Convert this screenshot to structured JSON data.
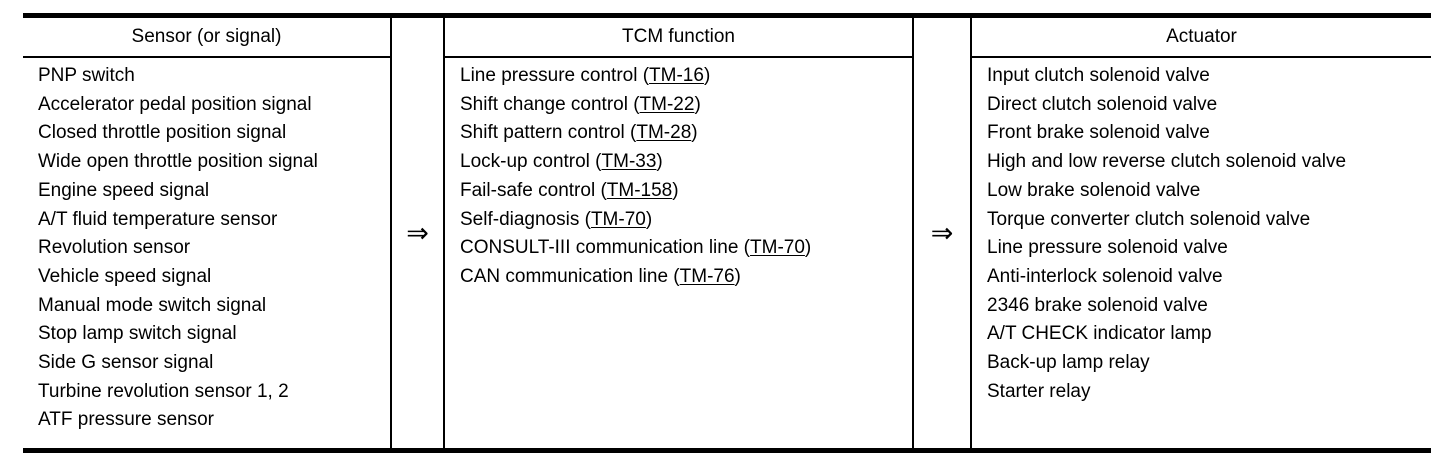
{
  "arrow_glyph": "⇒",
  "colors": {
    "border": "#000000",
    "background": "#ffffff",
    "text": "#000000"
  },
  "columns": {
    "sensor": {
      "header": "Sensor (or signal)",
      "items": [
        "PNP switch",
        "Accelerator pedal position signal",
        "Closed throttle position signal",
        "Wide open throttle position signal",
        "Engine speed signal",
        "A/T fluid temperature sensor",
        "Revolution sensor",
        "Vehicle speed signal",
        "Manual mode switch signal",
        "Stop lamp switch signal",
        "Side G sensor signal",
        "Turbine revolution sensor 1, 2",
        "ATF pressure sensor"
      ]
    },
    "tcm": {
      "header": "TCM function",
      "items": [
        {
          "prefix": "Line pressure control (",
          "ref": "TM-16",
          "suffix": ")"
        },
        {
          "prefix": "Shift change control (",
          "ref": "TM-22",
          "suffix": ")"
        },
        {
          "prefix": "Shift pattern control (",
          "ref": "TM-28",
          "suffix": ")"
        },
        {
          "prefix": "Lock-up control (",
          "ref": "TM-33",
          "suffix": ")"
        },
        {
          "prefix": "Fail-safe control (",
          "ref": "TM-158",
          "suffix": ")"
        },
        {
          "prefix": "Self-diagnosis (",
          "ref": "TM-70",
          "suffix": ")"
        },
        {
          "prefix": "CONSULT-III communication line (",
          "ref": "TM-70",
          "suffix": ")"
        },
        {
          "prefix": "CAN communication line (",
          "ref": "TM-76",
          "suffix": ")"
        }
      ]
    },
    "actuator": {
      "header": "Actuator",
      "items": [
        "Input clutch solenoid valve",
        "Direct clutch solenoid valve",
        "Front brake solenoid valve",
        "High and low reverse clutch solenoid valve",
        "Low brake solenoid valve",
        "Torque converter clutch solenoid valve",
        "Line pressure solenoid valve",
        "Anti-interlock solenoid valve",
        "2346 brake solenoid valve",
        "A/T CHECK indicator lamp",
        "Back-up lamp relay",
        "Starter relay"
      ]
    }
  }
}
